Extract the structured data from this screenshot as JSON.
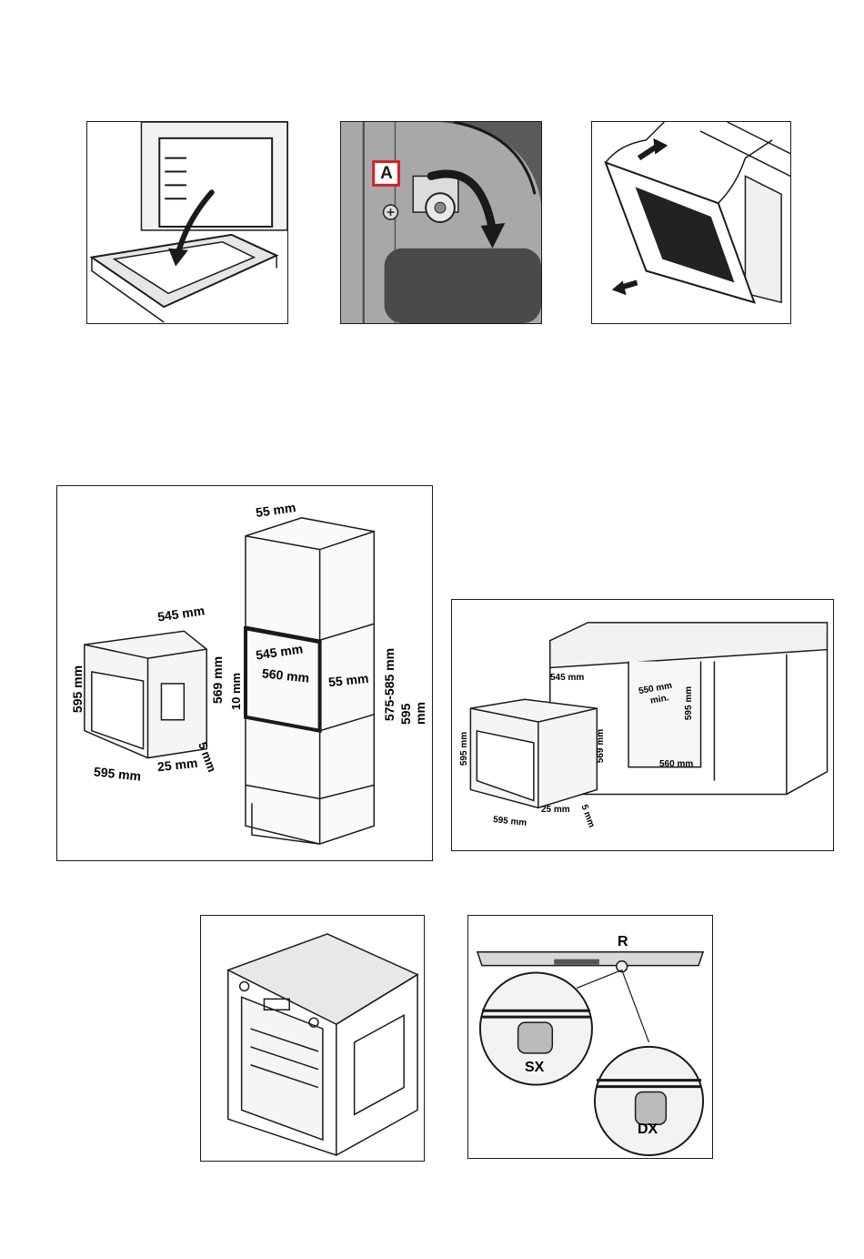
{
  "figures": {
    "door_open": {},
    "hinge": {
      "marker": "A",
      "marker_color": "#d32027"
    },
    "door_remove": {},
    "column": {
      "labels": [
        "55 mm",
        "545 mm",
        "560 mm",
        "55 mm",
        "575-585 mm",
        "595 mm",
        "10 mm",
        "545 mm",
        "595 mm",
        "569 mm",
        "595 mm",
        "25 mm",
        "5 mm"
      ]
    },
    "undercounter": {
      "labels": [
        "545 mm",
        "550 mm",
        "min.",
        "595 mm",
        "560 mm",
        "595 mm",
        "569 mm",
        "595 mm",
        "25 mm",
        "5 mm"
      ]
    },
    "oven_install": {},
    "leveling": {
      "labels": [
        "R",
        "SX",
        "DX"
      ]
    }
  }
}
